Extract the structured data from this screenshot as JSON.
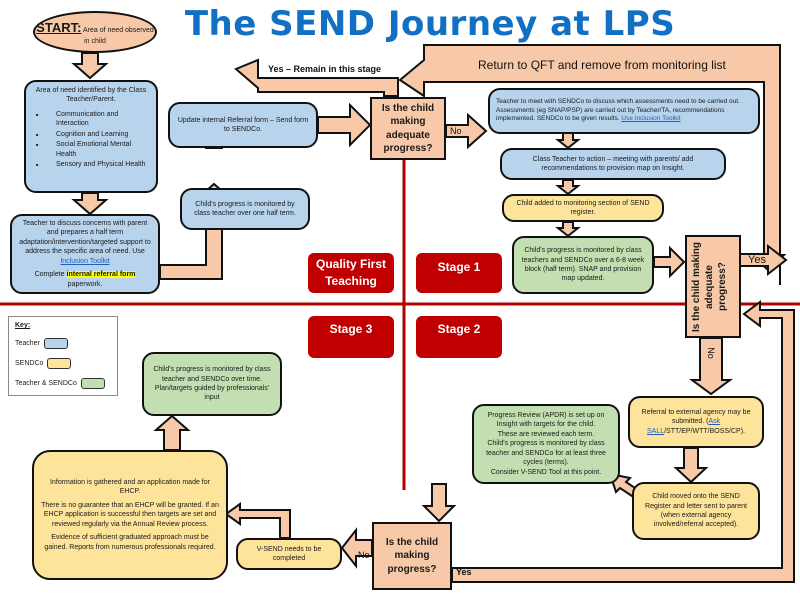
{
  "title": "The SEND Journey at LPS",
  "start": {
    "label": "START:",
    "text": "Area of need observed in child"
  },
  "quadrants": {
    "qft": "Quality First Teaching",
    "stage1": "Stage 1",
    "stage2": "Stage 2",
    "stage3": "Stage 3"
  },
  "key": {
    "heading": "Key:",
    "items": [
      {
        "label": "Teacher",
        "color": "#b8d3ec"
      },
      {
        "label": "SENDCo",
        "color": "#fde49a"
      },
      {
        "label": "Teacher & SENDCo",
        "color": "#c3dfb2"
      }
    ]
  },
  "colors": {
    "teacher": "#b8d3ec",
    "sendco": "#fde49a",
    "both": "#c3dfb2",
    "arrow": "#f8c9a8",
    "stage": "#c00000",
    "title": "#1170c4"
  },
  "qft": {
    "identify": {
      "intro": "Area of need identified by the Class Teacher/Parent.",
      "needs": [
        "Communication and Interaction",
        "Cognition and Learning",
        "Social Emotional Mental Health",
        "Sensory and Physical Health"
      ]
    },
    "discuss": {
      "text": "Teacher to discuss concerns with parent and prepares a half term adaptation/intervention/targeted support to address the specific area of need. Use",
      "link": "Inclusion Toolkit",
      "complete_prefix": "Complete",
      "complete_highlight": "internal referral form",
      "complete_suffix": "paperwork."
    },
    "monitor": "Child's progress is monitored by class teacher over one half term.",
    "update": "Update internal Referral form – Send form to SENDCo.",
    "decision": "Is the child making adequate progress?",
    "yes_label": "Yes – Remain in this stage",
    "no_label": "No"
  },
  "stage1": {
    "return_label": "Return to QFT and remove from monitoring list",
    "meet": {
      "text": "Teacher to meet with SENDCo to discuss which assessments need to be carried out. Assessments (eg SNAP/PSP) are carried out by Teacher/TA, recommendations implemented. SENDCo to be given results.",
      "link": "Use Inclusion Toolkit"
    },
    "action": "Class Teacher to action – meeting with parents/ add recommendations to provision map on Insight.",
    "added": "Child added to monitoring section of SEND register.",
    "monitor": "Child's progress is monitored by class teachers and SENDCo over a 6-8 week block (half term). SNAP and provision map updated.",
    "decision": "Is the child making adequate progress?",
    "yes_label": "Yes",
    "no_label": "No"
  },
  "stage2": {
    "referral": {
      "text_before": "Referral to external agency may be submitted. (",
      "link": "Ask SALL",
      "text_after": "/STT/EP/WTT/BOSS/CP)."
    },
    "moved": "Child moved onto the SEND Register and letter sent to parent (when external agency involved/referral accepted).",
    "review": [
      "Progress Review (APDR) is set up on Insight with targets for the child.",
      "These are reviewed each term.",
      "Child's progress is monitored by class teacher and SENDCo for at least three cycles (terms).",
      "Consider V-SEND Tool at this point."
    ],
    "decision": "Is the child making progress?",
    "yes_label": "Yes",
    "no_label": "No"
  },
  "stage3": {
    "vsend": "V-SEND needs to be completed",
    "ehcp": [
      "Information is gathered and an application made for EHCP.",
      "There is no guarantee that an EHCP will be granted. If an EHCP application is successful then targets are set and reviewed regularly via the Annual Review process.",
      "Evidence of sufficient graduated approach must be gained. Reports from numerous professionals required."
    ],
    "monitor": "Child's progress is monitored by class teacher and SENDCo over time. Plan/targets guided by professionals' input"
  }
}
